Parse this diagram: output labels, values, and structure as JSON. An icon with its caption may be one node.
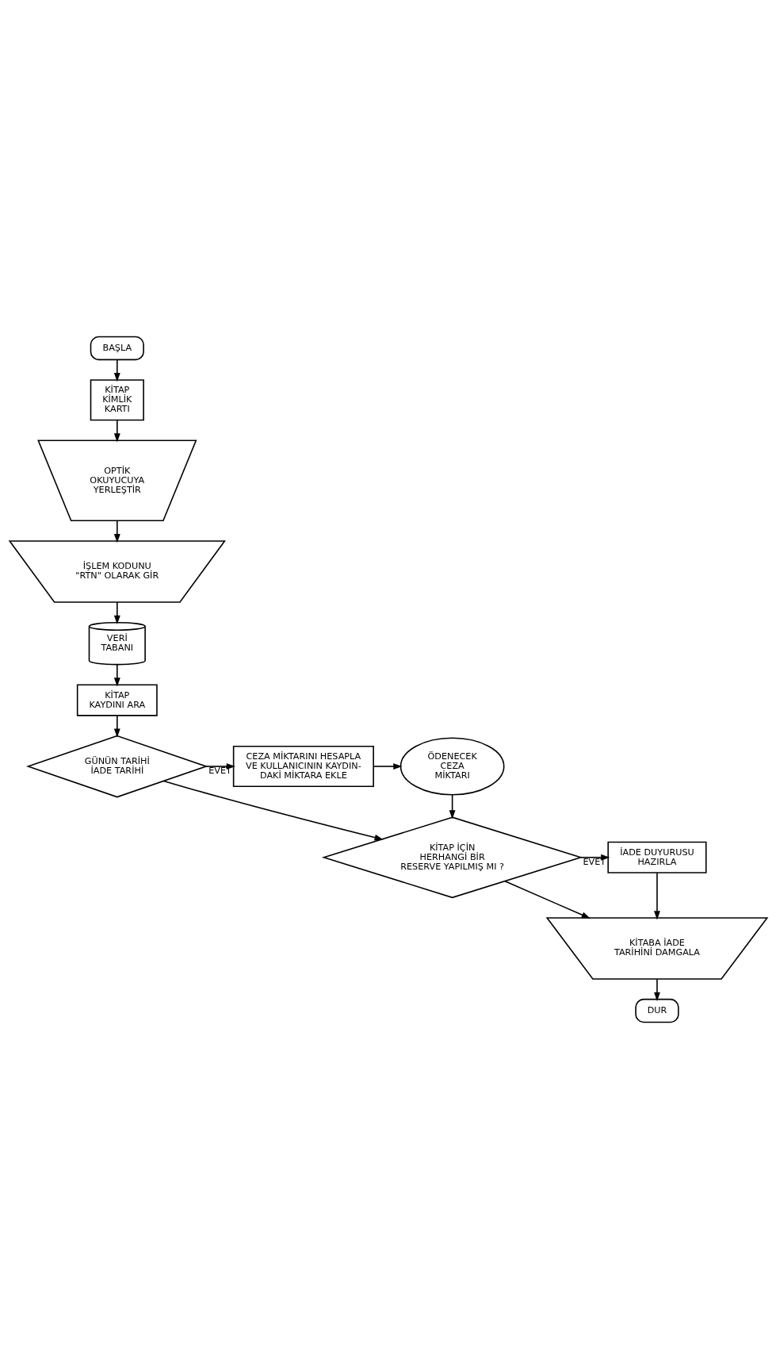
{
  "diagram": {
    "nodes": [
      {
        "text": [
          "BAŞLA"
        ]
      },
      {
        "text": [
          "KİTAP KİMLİK KARTI"
        ]
      },
      {
        "text": [
          "OPTİK OKUYUCUYA YERLEŞTİR"
        ]
      },
      {
        "text": [
          "İŞLEM KODUNU \"RTN\" OLARAK GİR"
        ]
      },
      {
        "text": [
          "VERİ TABANI"
        ]
      },
      {
        "text": [
          "KİTAP KAYDINI ARA"
        ]
      },
      {
        "text": [
          "GÜNÜN TARİHİ İADE TARİHİ"
        ]
      },
      {
        "text": [
          "CEZA MİKTARINI HESAPLA VE KULLANICININ KAYDIN- DAKİ MİKTARA EKLE"
        ]
      },
      {
        "text": [
          "ÖDENECEK CEZA MİKTARI"
        ]
      },
      {
        "text": [
          "KİTAP İÇİN HERHANGİ BİR RESERVE YAPILMIŞ MI ?"
        ]
      },
      {
        "text": [
          "İADE DUYURUSU HAZIRLA"
        ]
      },
      {
        "text": [
          "KİTABA İADE TARİHİNİ DAMGALA"
        ]
      },
      {
        "text": [
          "DUR"
        ]
      }
    ],
    "edges": [
      {
        "from": 0,
        "to": 1,
        "arrow": "to"
      },
      {
        "from": 1,
        "to": 2,
        "arrow": "to"
      },
      {
        "from": 2,
        "to": 3,
        "arrow": "to"
      },
      {
        "from": 3,
        "to": 4,
        "arrow": "to"
      },
      {
        "from": 4,
        "to": 5,
        "arrow": "to"
      },
      {
        "from": 5,
        "to": 6,
        "arrow": "to"
      },
      {
        "from": 6,
        "to": 7,
        "label": "EVET",
        "arrow": "to"
      },
      {
        "from": 7,
        "to": 8,
        "arrow": "to"
      },
      {
        "from": 6,
        "to": 9,
        "arrow": "to"
      },
      {
        "from": 8,
        "to": 9,
        "arrow": "to"
      },
      {
        "from": 9,
        "to": 10,
        "label": "EVET",
        "arrow": "to"
      },
      {
        "from": 9,
        "to": 11,
        "arrow": "to"
      },
      {
        "from": 10,
        "to": 11,
        "arrow": "to"
      },
      {
        "from": 11,
        "to": 12,
        "arrow": "to"
      }
    ]
  }
}
